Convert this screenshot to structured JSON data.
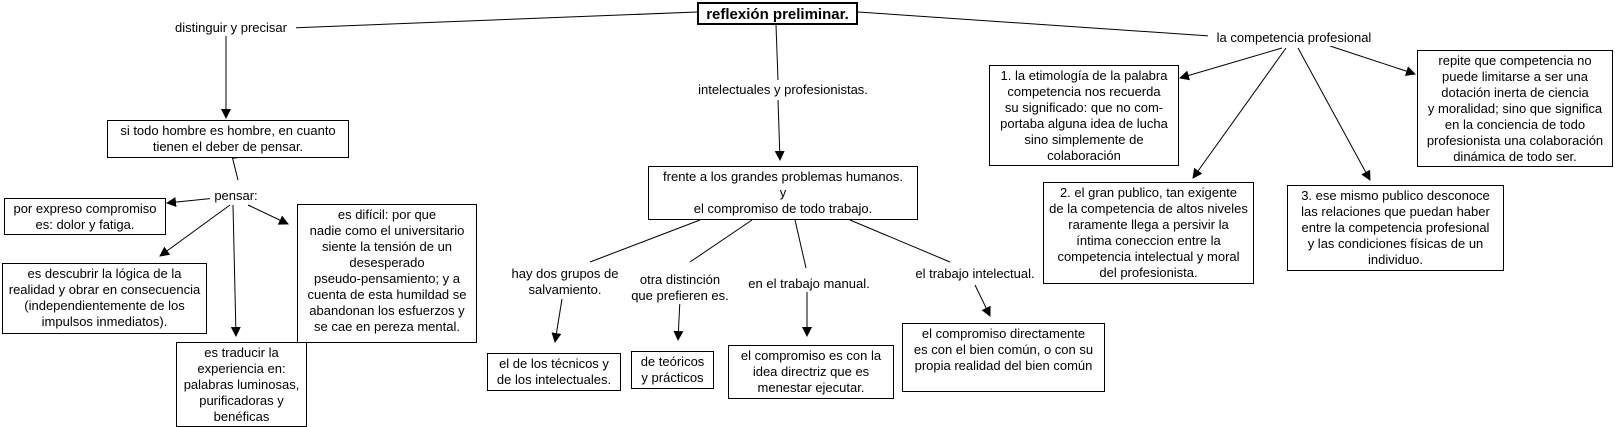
{
  "root": "reflexión preliminar.",
  "left": {
    "label": "distinguir y precisar",
    "box_main": "si todo hombre es hombre, en cuanto\ntienen el deber de pensar.",
    "pensar": "pensar:",
    "compromiso": "por expreso compromiso\nes: dolor y fatiga.",
    "descubrir": "es descubrir la lógica de la\nrealidad y obrar en consecuencia\n(independientemente de los\nimpulsos inmediatos).",
    "traducir": "es traducir la\nexperiencia en:\npalabras luminosas,\npurificadoras y\nbenéficas",
    "dificil": "es difícil: por que\nnadie como el universitario\nsiente la tensión de un\ndesesperado\npseudo-pensamiento; y a\ncuenta de esta humildad se\nabandonan los esfuerzos y\nse cae en pereza mental."
  },
  "middle": {
    "label": "intelectuales y profesionistas.",
    "box_main": "frente a los grandes problemas humanos.\ny\nel compromiso de todo trabajo.",
    "grupos": "hay dos grupos de\nsalvamiento.",
    "grupos_box": "el de los técnicos y\nde los intelectuales.",
    "distincion": "otra distinción\nque prefieren es.",
    "distincion_box": "de teóricos\ny prácticos",
    "manual": "en el trabajo manual.",
    "manual_box": "el compromiso es con la\nidea directriz que es\nmenestar ejecutar.",
    "intelectual": "el trabajo intelectual.",
    "intelectual_box": "el compromiso directamente\nes con el bien común, o con su\npropia realidad del bien común"
  },
  "right": {
    "label": "la competencia profesional",
    "box1": "1. la etimología de la palabra\ncompetencia nos recuerda\nsu significado: que no com-\nportaba alguna idea de lucha\nsino simplemente de\ncolaboración",
    "box2": "2. el gran publico, tan exigente\nde la competencia de altos niveles\nraramente llega a persivir la\níntima coneccion entre la\ncompetencia intelectual y moral\ndel profesionista.",
    "box3": "3. ese mismo publico desconoce\nlas relaciones que puedan haber\nentre la competencia profesional\ny las condiciones físicas de un\nindividuo.",
    "box4": "repite que competencia no\npuede limitarse a ser una\ndotación inerta de ciencia\ny moralidad; sino que significa\nen la conciencia de todo\nprofesionista una colaboración\ndinámica de todo ser."
  }
}
